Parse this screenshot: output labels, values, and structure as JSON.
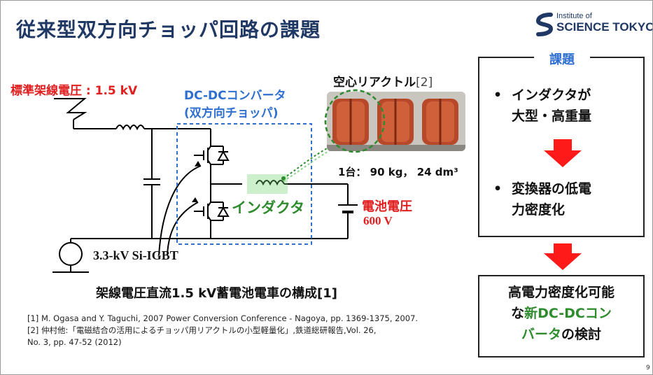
{
  "title": "従来型双方向チョッパ回路の課題",
  "logo": {
    "line1": "Institute of",
    "line2": "SCIENCE TOKYO",
    "brand_color": "#1f3864"
  },
  "circuit": {
    "catenary_label": "標準架線電圧 : 1.5 kV",
    "converter_label_1": "DC-DCコンバータ",
    "converter_label_2": "(双方向チョッパ)",
    "inductor_label": "インダクタ",
    "battery_label": "電池電圧",
    "battery_voltage": "600 V",
    "igbt_label": "3.3-kV Si-IGBT"
  },
  "reactor": {
    "title": "空心リアクトル",
    "ref": "[2]",
    "spec": "1台： 90 kg， 24 dm³"
  },
  "caption": "架線電圧直流1.5 kV蓄電池電車の構成[1]",
  "references": [
    "[1]  M. Ogasa and Y. Taguchi, 2007 Power Conversion Conference - Nagoya, pp. 1369-1375, 2007.",
    "[2]  仲村他:「電磁結合の活用によるチョッパ用リアクトルの小型軽量化」,鉄道総研報告,Vol. 26,",
    "No. 3, pp. 47-52 (2012)"
  ],
  "issues": {
    "heading": "課題",
    "items": [
      {
        "bullet": "•",
        "line1": "インダクタが",
        "line2": "大型・高重量"
      },
      {
        "bullet": "•",
        "line1": "変換器の低電",
        "line2": "力密度化"
      }
    ]
  },
  "solution": {
    "line1": "高電力密度化可能",
    "line2_pre": "な",
    "line2_em": "新DC-DCコン",
    "line3_em": "バータ",
    "line3_post": "の検討"
  },
  "page_number": "9",
  "colors": {
    "title": "#1f3864",
    "accent_blue": "#2e6fd0",
    "accent_red": "#e02020",
    "accent_green": "#2e8b2e",
    "arrow_red": "#ff1a1a"
  }
}
